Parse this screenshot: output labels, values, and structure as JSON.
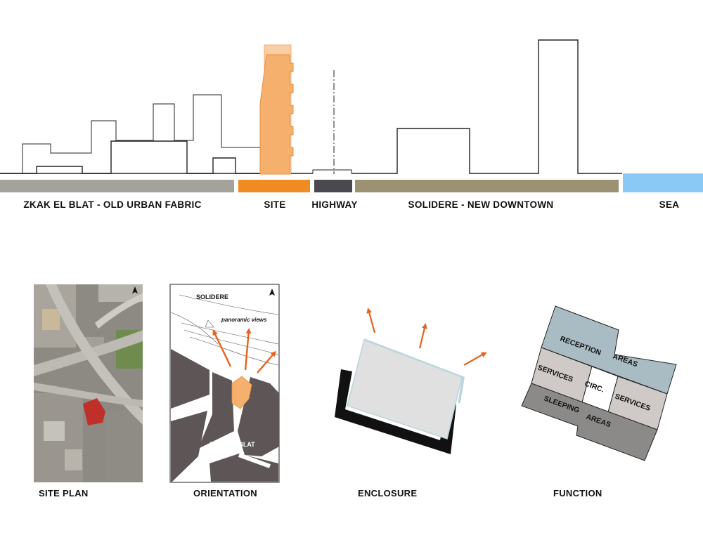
{
  "section": {
    "zones": [
      {
        "label": "ZKAK EL BLAT - OLD URBAN FABRIC",
        "color": "#a3a39b"
      },
      {
        "label": "SITE",
        "color": "#f08a22"
      },
      {
        "label": "HIGHWAY",
        "color": "#4a4a4e"
      },
      {
        "label": "SOLIDERE - NEW DOWNTOWN",
        "color": "#9a9272"
      },
      {
        "label": "SEA",
        "color": "#8ac8f6"
      }
    ],
    "tower_color": "#f5b06e"
  },
  "panels": {
    "site_plan": {
      "label": "SITE PLAN",
      "north_icon": "north-arrow-icon"
    },
    "orientation": {
      "label": "ORIENTATION",
      "top_label": "SOLIDERE",
      "views_label": "panoramic views",
      "bottom_label": "ZKAK EL BLAT",
      "north_icon": "north-arrow-icon"
    },
    "enclosure": {
      "label": "ENCLOSURE"
    },
    "function": {
      "label": "FUNCTION",
      "zones": {
        "reception": "RECEPTION",
        "areas_top": "AREAS",
        "services_left": "SERVICES",
        "circ": "CIRC.",
        "services_right": "SERVICES",
        "sleeping": "SLEEPING",
        "areas_bottom": "AREAS"
      }
    }
  },
  "colors": {
    "arrow": "#e8621e",
    "built_mass": "#5e5556",
    "glass": "#b8d4dc",
    "reception_zone": "#a9bcc4",
    "services_zone": "#cfcac7",
    "sleeping_zone": "#8c8a89"
  }
}
